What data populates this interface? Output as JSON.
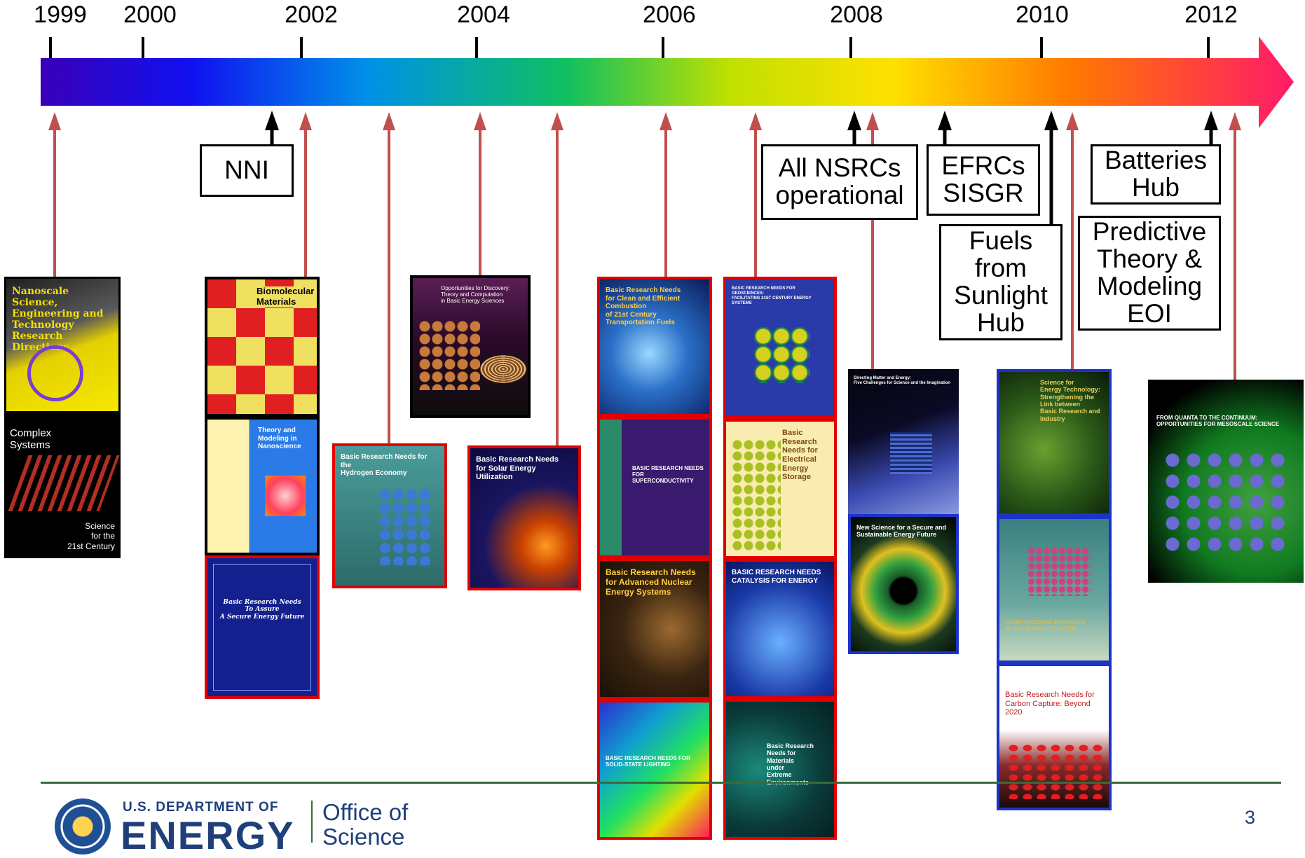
{
  "timeline": {
    "years": [
      "1999",
      "2000",
      "2002",
      "2004",
      "2006",
      "2008",
      "2010",
      "2012"
    ]
  },
  "milestones": {
    "nni": "NNI",
    "nsrcs": "All NSRCs\noperational",
    "efrcs": "EFRCs\nSISGR",
    "fuels_hub": "Fuels\nfrom\nSunlight\nHub",
    "batteries_hub": "Batteries\nHub",
    "predictive": "Predictive\nTheory &\nModeling\nEOI"
  },
  "reports": {
    "nanoscale": "Nanoscale Science,\nEngineering and\nTechnology\nResearch Directions",
    "complex_title": "Complex\nSystems",
    "complex_sub": "Science\nfor the\n21st Century",
    "biomolecular": "Biomolecular\nMaterials",
    "theory_nano": "Theory and\nModeling in\nNanoscience",
    "secure_future": "Basic Research Needs\nTo Assure\nA Secure Energy Future",
    "hydrogen": "Basic Research Needs for the\nHydrogen Economy",
    "discovery": "Opportunities for Discovery:\nTheory and Computation\nin Basic Energy Sciences",
    "solar": "Basic Research Needs\nfor Solar Energy Utilization",
    "transportation": "Basic Research Needs\nfor Clean and Efficient Combustion\nof 21st Century Transportation Fuels",
    "superconductivity": "BASIC RESEARCH NEEDS FOR\nSUPERCONDUCTIVITY",
    "nuclear": "Basic Research Needs\nfor Advanced Nuclear\nEnergy Systems",
    "lighting": "BASIC RESEARCH NEEDS FOR\nSOLID-STATE LIGHTING",
    "geosciences": "BASIC RESEARCH NEEDS FOR GEOSCIENCES:\nFACILITATING 21ST CENTURY ENERGY SYSTEMS",
    "storage": "Basic Research\nNeeds for\nElectrical\nEnergy Storage",
    "catalysis": "BASIC RESEARCH NEEDS\nCATALYSIS FOR ENERGY",
    "extreme": "Basic Research Needs for\nMaterials\nunder\nExtreme\nEnvironments",
    "directing": "Directing Matter and Energy:\nFive Challenges for Science and the Imagination",
    "new_science": "New Science for a Secure and\nSustainable Energy Future",
    "sci_energy_tech": "Science for\nEnergy Technology:\nStrengthening the Link between\nBasic Research and Industry",
    "computational": "COMPUTATIONAL MATERIALS\nSCIENCE AND CHEMISTRY",
    "carbon": "Basic Research Needs for\nCarbon Capture: Beyond\n2020",
    "mesoscale": "FROM QUANTA TO THE CONTINUUM:\nOPPORTUNITIES FOR MESOSCALE SCIENCE"
  },
  "footer": {
    "agency_line1": "U.S. DEPARTMENT OF",
    "agency_line2": "ENERGY",
    "office": "Office of\nScience",
    "page_number": "3"
  },
  "colors": {
    "up_arrow": "#c0504d",
    "milestone_arrow": "#000000",
    "border_red": "#e00000",
    "border_blue": "#1c33c8",
    "border_black": "#000000"
  }
}
